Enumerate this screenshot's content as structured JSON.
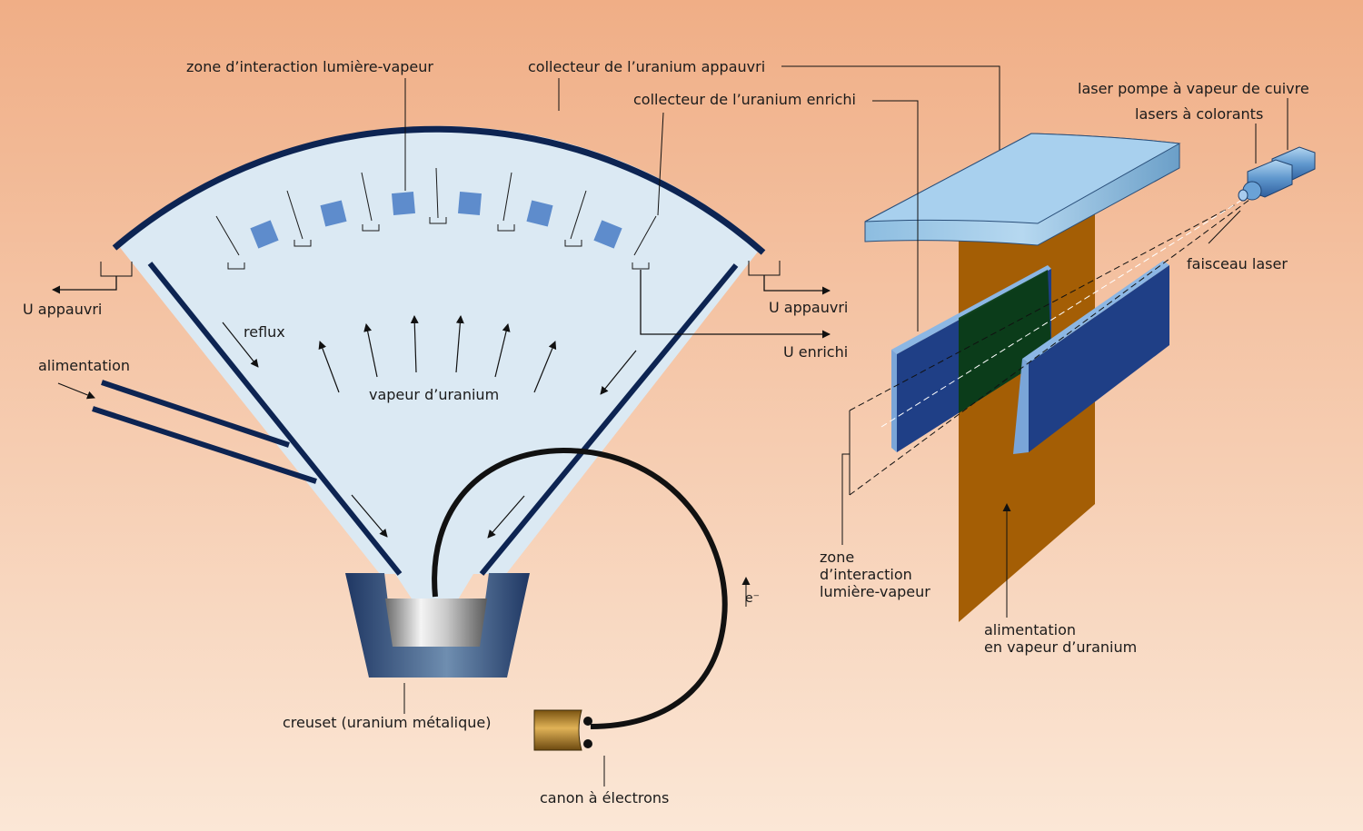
{
  "colors": {
    "bg_top": "#f0ae86",
    "bg_bottom": "#fbe7d6",
    "vapor": "#dbe9f3",
    "dark_navy": "#0d2452",
    "plate_blue": "#1f3f86",
    "collector_blue": "#a9cfea",
    "vapor_sheet": "#a45e05",
    "interaction_green": "#0b3c14"
  },
  "labels": {
    "zone_interaction": "zone d’interaction lumière-vapeur",
    "collecteur_appauvri": "collecteur de l’uranium appauvri",
    "collecteur_enrichi": "collecteur de l’uranium enrichi",
    "u_appauvri_left": "U appauvri",
    "u_appauvri_right": "U appauvri",
    "u_enrichi": "U enrichi",
    "reflux": "reflux",
    "alimentation": "alimentation",
    "vapeur_uranium": "vapeur d’uranium",
    "electron": "e⁻",
    "creuset": "creuset (uranium métalique)",
    "canon": "canon à électrons",
    "laser_pompe": "laser pompe à vapeur de cuivre",
    "lasers_colorants": "lasers à colorants",
    "faisceau_laser": "faisceau laser",
    "zone_line1": "zone",
    "zone_line2": "d’interaction",
    "zone_line3": "lumière-vapeur",
    "alim_vapeur_line1": "alimentation",
    "alim_vapeur_line2": "en vapeur d’uranium"
  }
}
